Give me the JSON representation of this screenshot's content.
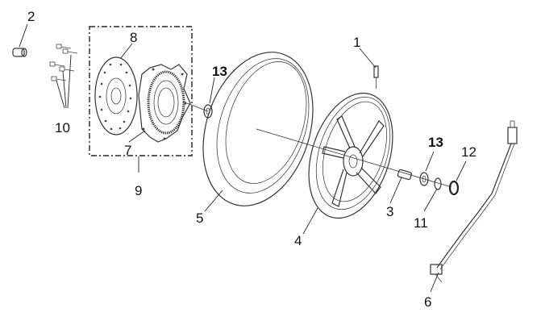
{
  "labels": {
    "p1": "1",
    "p2": "2",
    "p3": "3",
    "p4": "4",
    "p5": "5",
    "p6": "6",
    "p7": "7",
    "p8": "8",
    "p9": "9",
    "p10": "10",
    "p11": "11",
    "p12": "12",
    "p13_left": "13",
    "p13_right": "13"
  }
}
